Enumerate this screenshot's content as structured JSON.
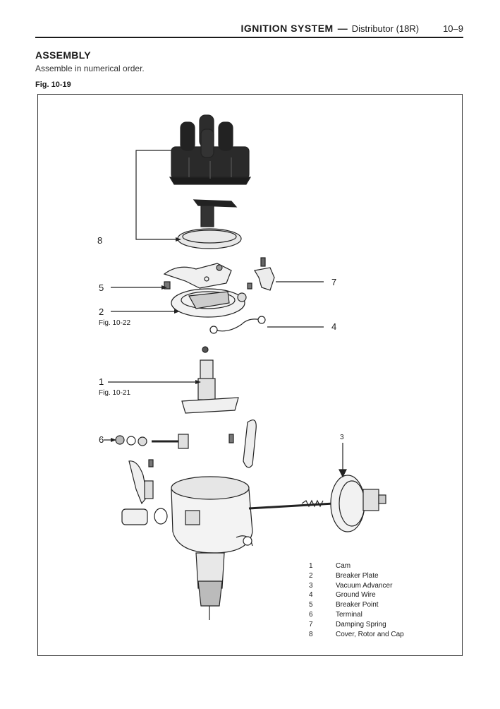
{
  "header": {
    "section": "IGNITION SYSTEM",
    "dash": "—",
    "subsection": "Distributor (18R)",
    "page": "10–9"
  },
  "heading": "ASSEMBLY",
  "instruction": "Assemble in numerical order.",
  "figure_label": "Fig. 10-19",
  "callouts": {
    "c1": "1",
    "c1_ref": "Fig. 10-21",
    "c2": "2",
    "c2_ref": "Fig. 10-22",
    "c3": "3",
    "c4": "4",
    "c5": "5",
    "c6": "6",
    "c7": "7",
    "c8": "8"
  },
  "legend": [
    {
      "num": "1",
      "label": "Cam"
    },
    {
      "num": "2",
      "label": "Breaker Plate"
    },
    {
      "num": "3",
      "label": "Vacuum Advancer"
    },
    {
      "num": "4",
      "label": "Ground Wire"
    },
    {
      "num": "5",
      "label": "Breaker Point"
    },
    {
      "num": "6",
      "label": "Terminal"
    },
    {
      "num": "7",
      "label": "Damping Spring"
    },
    {
      "num": "8",
      "label": "Cover, Rotor and Cap"
    }
  ]
}
